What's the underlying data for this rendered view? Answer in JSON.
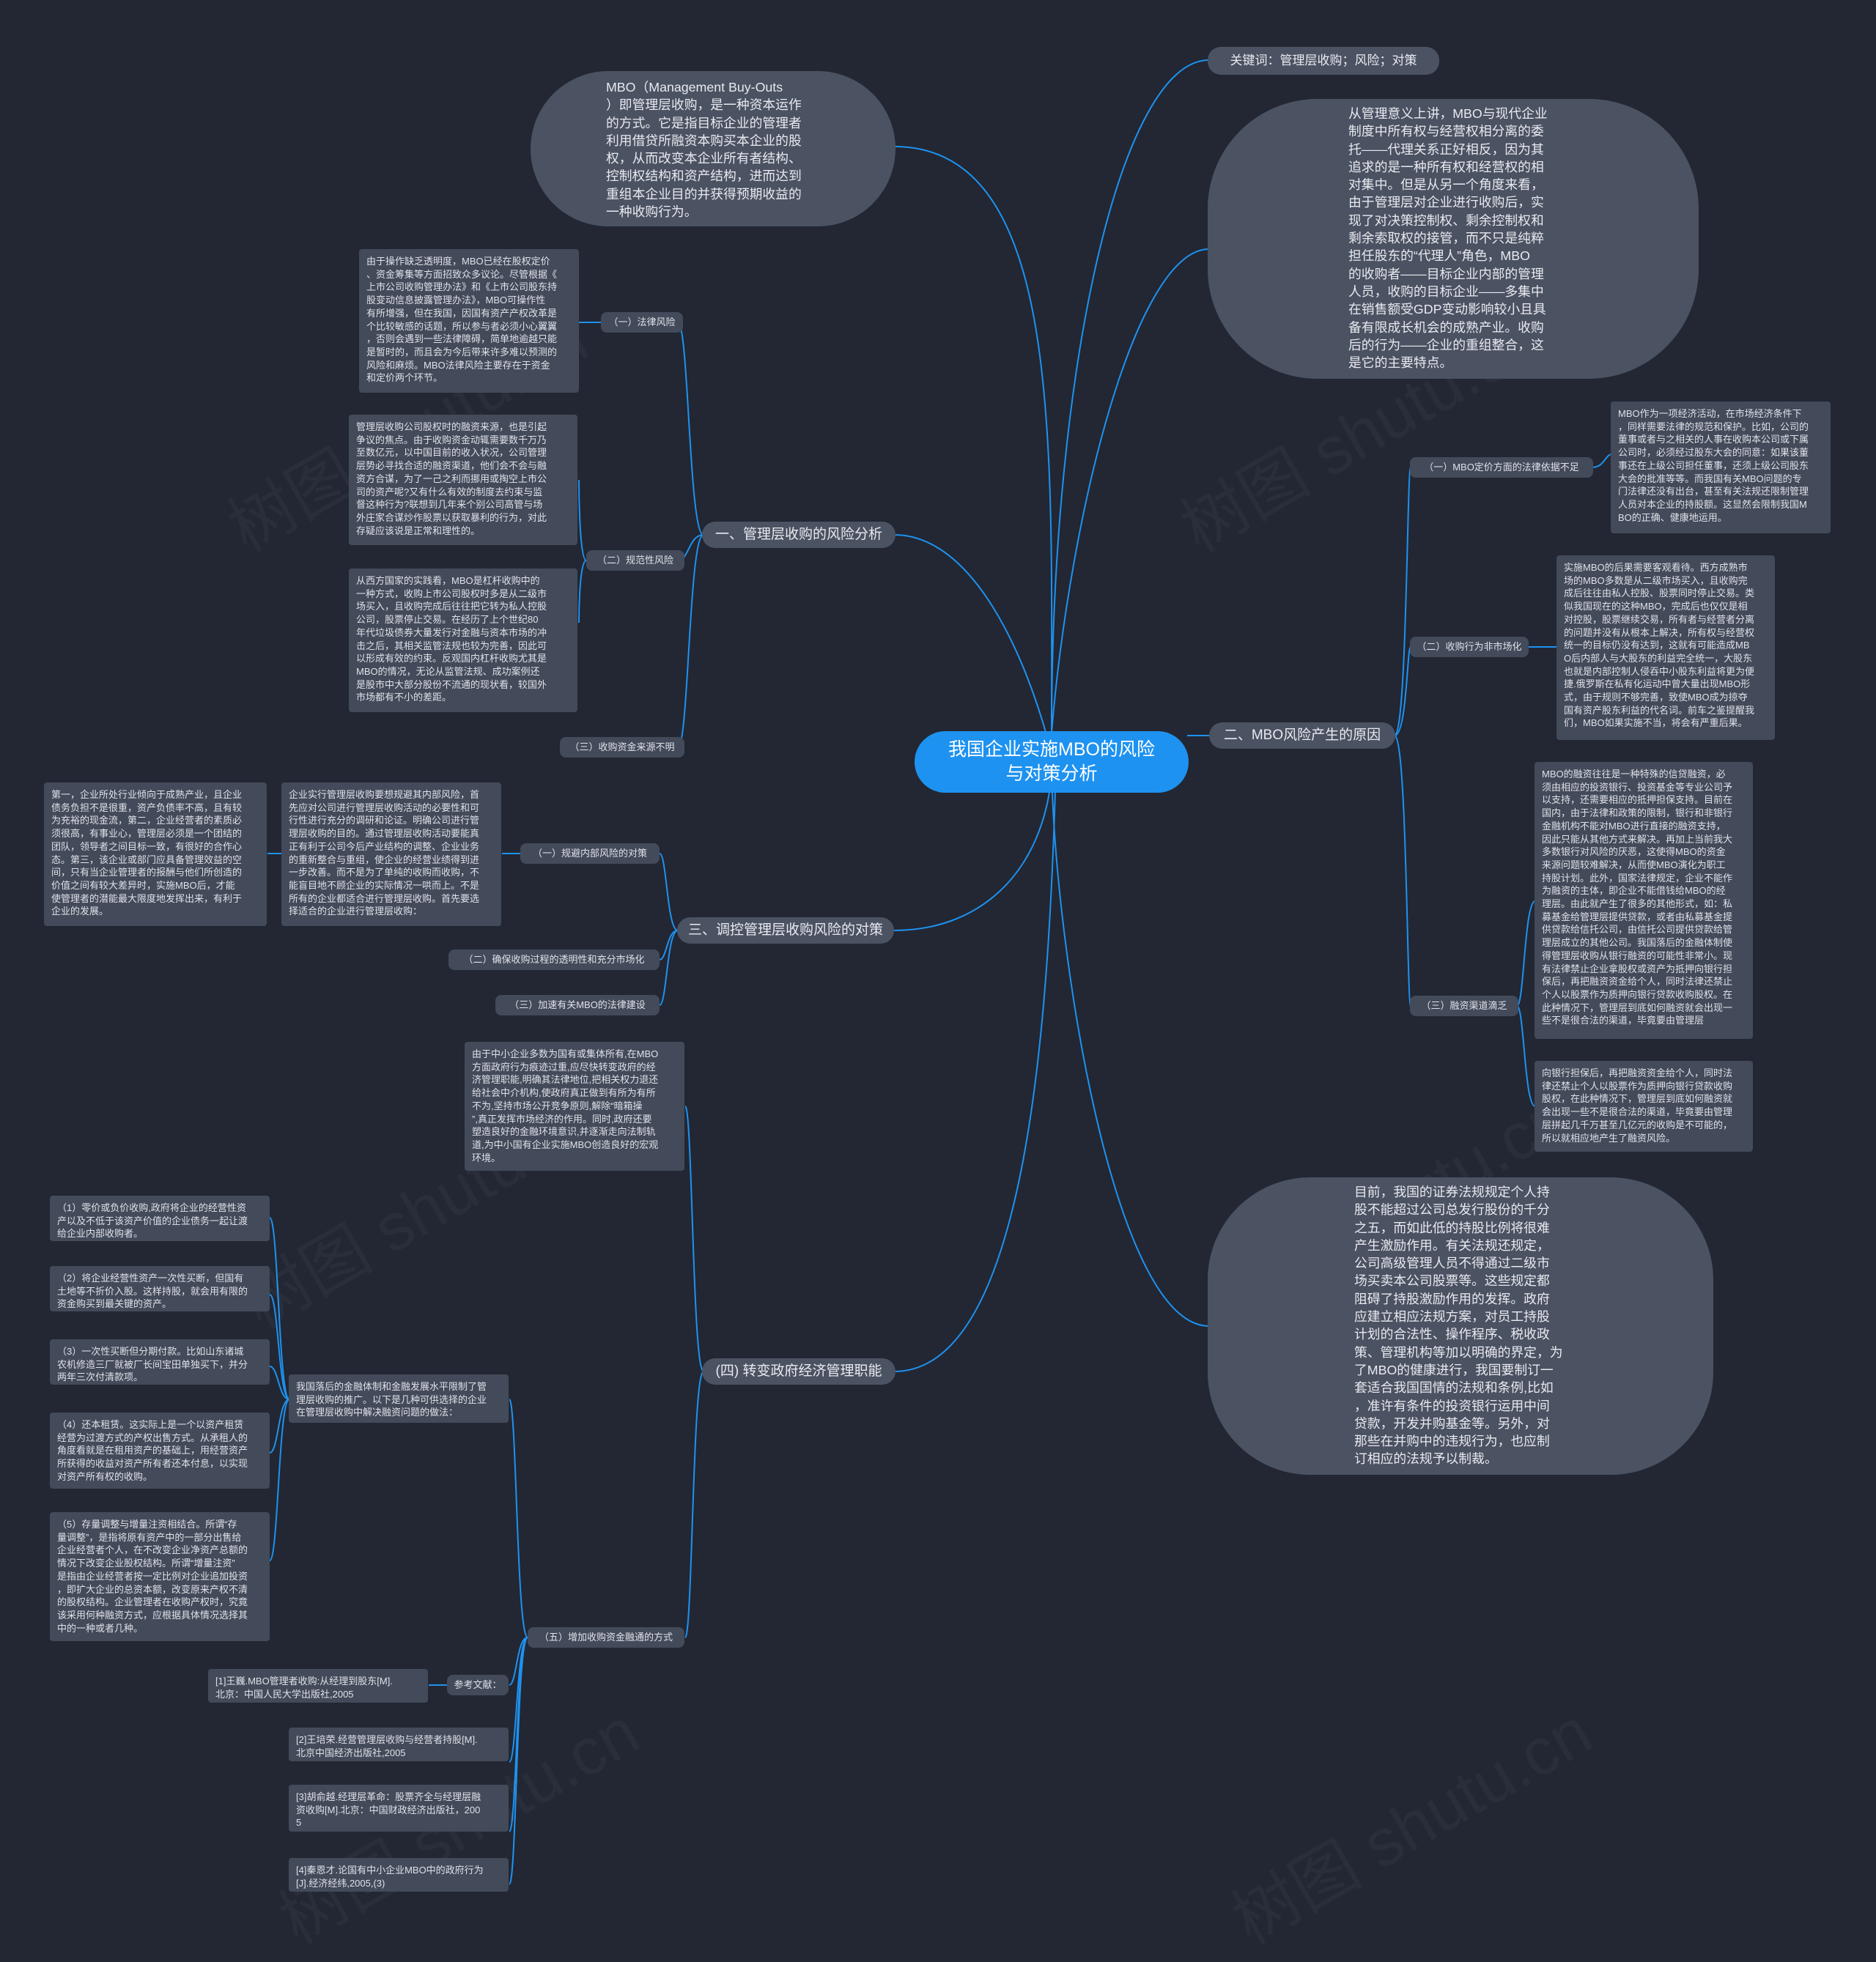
{
  "root": {
    "title": "我国企业实施MBO的风险\n与对策分析"
  },
  "top": {
    "keywords": "关键词：管理层收购；风险；对策",
    "definition": "MBO（Management Buy-Outs\n）即管理层收购，是一种资本运作\n的方式。它是指目标企业的管理者\n利用借贷所融资本购买本企业的股\n权，从而改变本企业所有者结构、\n控制权结构和资产结构，进而达到\n重组本企业目的并获得预期收益的\n一种收购行为。",
    "management": "从管理意义上讲，MBO与现代企业\n制度中所有权与经营权相分离的委\n托——代理关系正好相反，因为其\n追求的是一种所有权和经营权的相\n对集中。但是从另一个角度来看，\n由于管理层对企业进行收购后，实\n现了对决策控制权、剩余控制权和\n剩余索取权的接管，而不只是纯粹\n担任股东的“代理人”角色，MBO\n的收购者——目标企业内部的管理\n人员，收购的目标企业——多集中\n在销售额受GDP变动影响较小且具\n备有限成长机会的成熟产业。收购\n后的行为——企业的重组整合，这\n是它的主要特点。",
    "securities": "目前，我国的证券法规规定个人持\n股不能超过公司总发行股份的千分\n之五，而如此低的持股比例将很难\n产生激励作用。有关法规还规定，\n公司高级管理人员不得通过二级市\n场买卖本公司股票等。这些规定都\n阻碍了持股激励作用的发挥。政府\n应建立相应法规方案，对员工持股\n计划的合法性、操作程序、税收政\n策、管理机构等加以明确的界定，为\n了MBO的健康进行，我国要制订一\n套适合我国国情的法规和条例,比如\n，准许有条件的投资银行运用中间\n贷款，开发并购基金等。另外，对\n那些在并购中的违规行为，也应制\n订相应的法规予以制裁。"
  },
  "branch1": {
    "title": "一、管理层收购的风险分析",
    "items": [
      {
        "label": "（一）法律风险",
        "text": "由于操作缺乏透明度，MBO已经在股权定价\n、资金筹集等方面招致众多议论。尽管根据《\n上市公司收购管理办法》和《上市公司股东持\n股变动信息披露管理办法》，MBO可操作性\n有所增强，但在我国，因国有资产产权改革是\n个比较敏感的话题，所以参与者必须小心翼翼\n，否则会遇到一些法律障碍，简单地逾越只能\n是暂时的，而且会为今后带来许多难以预测的\n风险和麻烦。MBO法律风险主要存在于资金\n和定价两个环节。"
      },
      {
        "label": "（二）规范性风险",
        "texts": [
          "管理层收购公司股权时的融资来源，也是引起\n争议的焦点。由于收购资金动辄需要数千万乃\n至数亿元，以中国目前的收入状况，公司管理\n层势必寻找合适的融资渠道，他们会不会与融\n资方合谋，为了一己之利而挪用或掏空上市公\n司的资产呢?又有什么有效的制度去约束与监\n督这种行为?联想到几年来个别公司高管与场\n外庄家合谋炒作股票以获取暴利的行为，对此\n存疑应该说是正常和理性的。",
          "从西方国家的实践看，MBO是杠杆收购中的\n一种方式，收购上市公司股权时多是从二级市\n场买入，且收购完成后往往把它转为私人控股\n公司，股票停止交易。在经历了上个世纪80\n年代垃圾债券大量发行对金融与资本市场的冲\n击之后，其相关监管法规也较为完善，因此可\n以形成有效的约束。反观国内杠杆收购尤其是\nMBO的情况，无论从监管法规、成功案例还\n是股市中大部分股份不流通的现状看，较国外\n市场都有不小的差距。"
        ]
      },
      {
        "label": "（三）收购资金来源不明"
      }
    ]
  },
  "branch2": {
    "title": "二、MBO风险产生的原因",
    "items": [
      {
        "label": "（一）MBO定价方面的法律依据不足",
        "text": "MBO作为一项经济活动，在市场经济条件下\n，同样需要法律的规范和保护。比如，公司的\n董事或者与之相关的人事在收购本公司或下属\n公司时，必须经过股东大会的同意：如果该董\n事还在上级公司担任董事，还须上级公司股东\n大会的批准等等。而我国有关MBO问题的专\n门法律还没有出台，甚至有关法规还限制管理\n人员对本企业的持股额。这显然会限制我国M\nBO的正确、健康地运用。"
      },
      {
        "label": "（二）收购行为非市场化",
        "text": "实施MBO的后果需要客观看待。西方成熟市\n场的MBO多数是从二级市场买入，且收购完\n成后往往由私人控股、股票同时停止交易。类\n似我国现在的这种MBO，完成后也仅仅是相\n对控股，股票继续交易，所有者与经营者分离\n的问题并没有从根本上解决，所有权与经营权\n统一的目标仍没有达到，这就有可能造成MB\nO后内部人与大股东的利益完全统一，大股东\n也就是内部控制人侵吞中小股东利益将更为便\n捷.俄罗斯在私有化运动中曾大量出现MBO形\n式，由于规则不够完善，致使MBO成为掠夺\n国有资产股东利益的代名词。前车之鉴提醒我\n们，MBO如果实施不当，将会有严重后果。"
      },
      {
        "label": "（三）融资渠道滴乏",
        "texts": [
          "MBO的融资往往是一种特殊的信贷融资，必\n须由相应的投资银行、投资基金等专业公司予\n以支持，还需要相应的抵押担保支持。目前在\n国内，由于法律和政策的限制，银行和非银行\n金融机构不能对MBO进行直接的融资支持，\n因此只能从其他方式来解决。再加上当前我大\n多数银行对风险的厌恶，这使得MBO的资金\n来源问题较难解决，从而使MBO演化为职工\n持股计划。此外，国家法律规定，企业不能作\n为融资的主体，即企业不能借钱给MBO的经\n理层。由此就产生了很多的其他形式，如：私\n募基金给管理层提供贷款，或者由私募基金提\n供贷款给信托公司，由信托公司提供贷款给管\n理层成立的其他公司。我国落后的金融体制使\n得管理层收购从银行融资的可能性非常小。现\n有法律禁止企业拿股权或资产为抵押向银行担\n保后，再把融资资金给个人，同时法律还禁止\n个人以股票作为质押向银行贷款收购股权。在\n此种情况下，管理层到底如何融资就会出现一\n些不是很合法的渠道，毕竟要由管理层",
          "向银行担保后，再把融资资金给个人，同时法\n律还禁止个人以股票作为质押向银行贷款收购\n股权，在此种情况下，管理层到底如何融资就\n会出现一些不是很合法的渠道，毕竟要由管理\n层拼起几千万甚至几亿元的收购是不可能的，\n所以就相应地产生了融资风险。"
        ]
      }
    ]
  },
  "branch3": {
    "title": "三、调控管理层收购风险的对策",
    "items": [
      {
        "label": "（一）规避内部风险的对策",
        "text": "企业实行管理层收购要想规避其内部风险，首\n先应对公司进行管理层收购活动的必要性和可\n行性进行充分的调研和论证。明确公司进行管\n理层收购的目的。通过管理层收购活动要能真\n正有利于公司今后产业结构的调整、企业业务\n的重新整合与重组，使企业的经营业绩得到进\n一步改善。而不是为了单纯的收购而收购，不\n能盲目地不顾企业的实际情况一哄而上。不是\n所有的企业都适合进行管理层收购。首先要选\n择适合的企业进行管理层收购：",
        "subtext": "第一，企业所处行业倾向于成熟产业，且企业\n债务负担不是很重，资产负债率不高，且有较\n为充裕的现金流，第二，企业经营者的素质必\n须很高，有事业心，管理层必须是一个团结的\n团队，领导者之间目标一致，有很好的合作心\n态。第三，该企业或部门应具备管理效益的空\n间，只有当企业管理者的报酬与他们所创造的\n价值之间有较大差异时，实施MBO后，才能\n使管理者的潜能最大限度地发挥出来，有利于\n企业的发展。"
      },
      {
        "label": "（二）确保收购过程的透明性和充分市场化"
      },
      {
        "label": "（三）加速有关MBO的法律建设"
      }
    ]
  },
  "branch4": {
    "title": "(四) 转变政府经济管理职能",
    "gov": "由于中小企业多数为国有或集体所有,在MBO\n方面政府行为痕迹过重,应尽快转变政府的经\n济管理职能,明确其法律地位,把相关权力退还\n给社会中介机构,使政府真正做到有所为有所\n不为,坚持市场公开竞争原则,解除“暗箱操\n”,真正发挥市场经济的作用。同时,政府还要\n塑造良好的金融环境意识,并逐渐走向法制轨\n道,为中小国有企业实施MBO创造良好的宏观\n环境。",
    "financing": {
      "label": "（五）增加收购资金融通的方式",
      "intro": "我国落后的金融体制和金融发展水平限制了管\n理层收购的推广。以下是几种可供选择的企业\n在管理层收购中解决融资问题的做法：",
      "methods": [
        "（1）零价或负价收购,政府将企业的经营性资\n产以及不低于该资产价值的企业债务一起让渡\n给企业内部收购者。",
        "（2）将企业经营性资产一次性买断，但国有\n土地等不折价入股。这样持股，就会用有限的\n资金购买到最关键的资产。",
        "（3）一次性买断但分期付款。比如山东诸城\n农机修造三厂就被厂长间宝田单独买下，并分\n两年三次付清款项。",
        "（4）还本租赁。这实际上是一个以资产租赁\n经营为过渡方式的产权出售方式。从承租人的\n角度看就是在租用资产的基础上，用经营资产\n所获得的收益对资产所有者还本付息，以实现\n对资产所有权的收购。",
        "（5）存量调整与增量注资相结合。所谓“存\n量调整”，是指将原有资产中的一部分出售给\n企业经营者个人，在不改变企业净资产总额的\n情况下改变企业股权结构。所谓“增量注资”\n是指由企业经营者按一定比例对企业追加投资\n，即扩大企业的总资本额，改变原来产权不清\n的股权结构。企业管理者在收购产权时，究竟\n该采用何种融资方式，应根据具体情况选择其\n中的一种或者几种。"
      ],
      "refs_label": "参考文献：",
      "refs": [
        "[1]王巍.MBO管理者收购:从经理到股东[M].\n北京：中国人民大学出版社,2005",
        "[2]王培荣.经营管理层收购与经营者持股[M].\n北京中国经济出版社,2005",
        "[3]胡俞越.经理层革命：股票齐全与经理层融\n资收购[M].北京：中国财政经济出版社，200\n5",
        "[4]秦恩才.论国有中小企业MBO中的政府行为\n[J].经济经纬,2005,(3)"
      ]
    }
  },
  "colors": {
    "root": "#1e92f0",
    "line": "#1e92f0",
    "background": "#222733"
  }
}
